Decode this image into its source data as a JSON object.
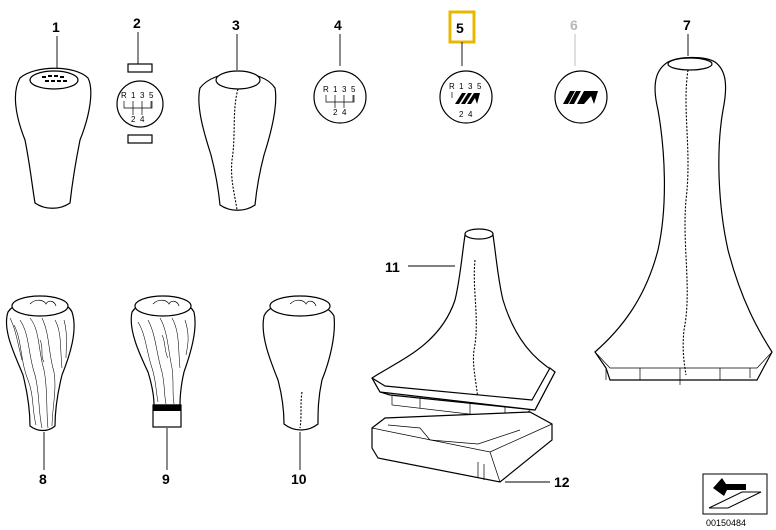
{
  "parts": [
    {
      "number": "1"
    },
    {
      "number": "2",
      "shift_pattern": [
        "R",
        "1",
        "3",
        "5",
        "2",
        "4"
      ]
    },
    {
      "number": "3"
    },
    {
      "number": "4",
      "shift_pattern": [
        "R",
        "1",
        "3",
        "5",
        "2",
        "4"
      ]
    },
    {
      "number": "5",
      "highlighted": true,
      "shift_pattern": [
        "R",
        "1",
        "3",
        "5",
        "2",
        "4"
      ]
    },
    {
      "number": "6",
      "greyed": true
    },
    {
      "number": "7"
    },
    {
      "number": "8"
    },
    {
      "number": "9"
    },
    {
      "number": "10"
    },
    {
      "number": "11"
    },
    {
      "number": "12"
    }
  ],
  "diagram_code": "00150484",
  "colors": {
    "highlight": "#e8b800",
    "greyed": "#b8b8b8",
    "line": "#000000"
  }
}
